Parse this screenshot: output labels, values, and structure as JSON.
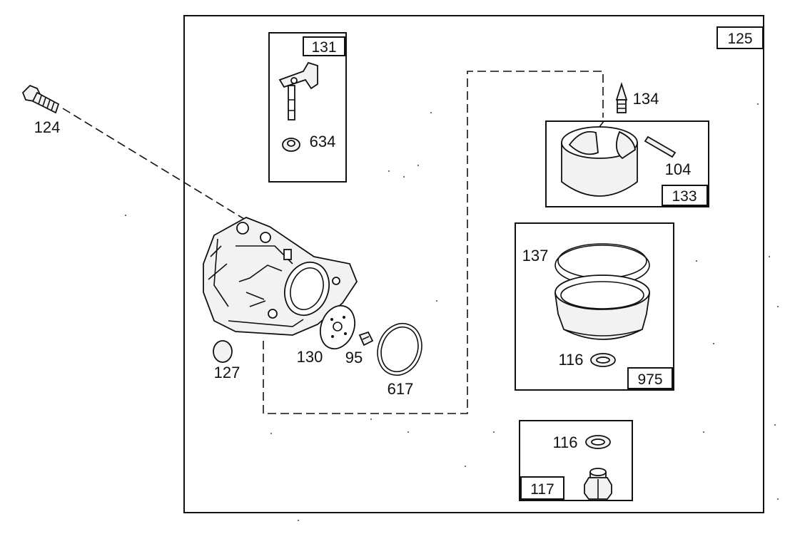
{
  "diagram": {
    "assembly_number": "125",
    "groups": {
      "float_bowl_kit": "975",
      "needle_kit": "133",
      "throttle_kit": "131",
      "plug_kit": "117"
    },
    "labels": {
      "bolt": "124",
      "welch_plug": "127",
      "gasket": "130",
      "jet": "95",
      "o_ring": "617",
      "shaft": "634",
      "needle": "134",
      "pin": "104",
      "bowl_gasket": "137",
      "washer_bowl": "116",
      "washer_plug": "116"
    },
    "colors": {
      "line": "#111111",
      "background": "#ffffff"
    }
  }
}
